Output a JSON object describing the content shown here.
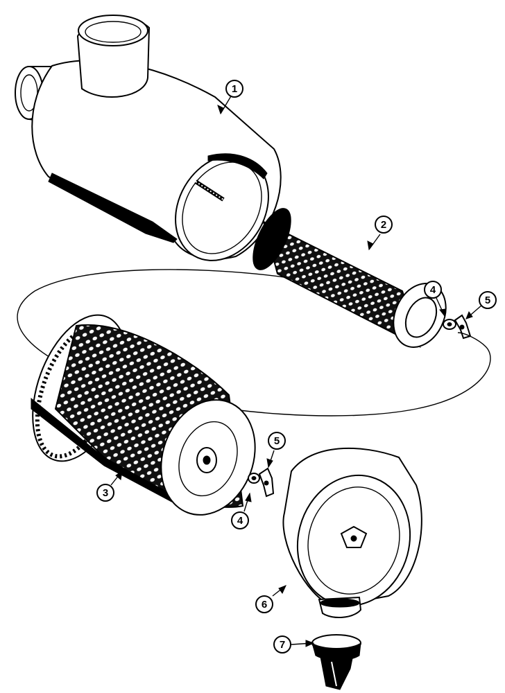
{
  "callouts": [
    {
      "id": "1",
      "label": "1"
    },
    {
      "id": "2",
      "label": "2"
    },
    {
      "id": "3",
      "label": "3"
    },
    {
      "id": "4a",
      "label": "4"
    },
    {
      "id": "5a",
      "label": "5"
    },
    {
      "id": "4b",
      "label": "4"
    },
    {
      "id": "5b",
      "label": "5"
    },
    {
      "id": "6",
      "label": "6"
    },
    {
      "id": "7",
      "label": "7"
    }
  ]
}
